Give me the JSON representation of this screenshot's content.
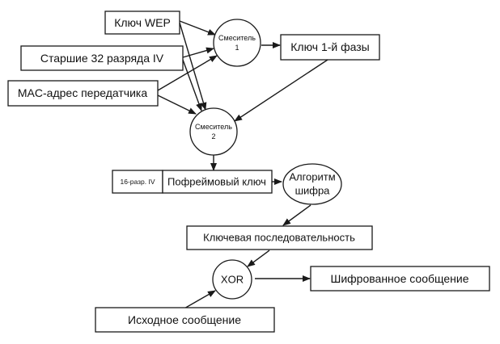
{
  "nodes": {
    "wep_key": "Ключ WEP",
    "iv_high": "Старшие 32 разряда IV",
    "mac": "MAC-адрес передатчика",
    "mixer1_line1": "Смеситель",
    "mixer1_line2": "1",
    "phase1_key": "Ключ 1-й фазы",
    "mixer2_line1": "Смеситель",
    "mixer2_line2": "2",
    "iv16": "16-разр. IV",
    "per_frame_key": "Пофреймовый ключ",
    "cipher_line1": "Алгоритм",
    "cipher_line2": "шифра",
    "keystream": "Ключевая последовательность",
    "xor": "XOR",
    "encrypted": "Шифрованное сообщение",
    "plaintext": "Исходное сообщение"
  }
}
